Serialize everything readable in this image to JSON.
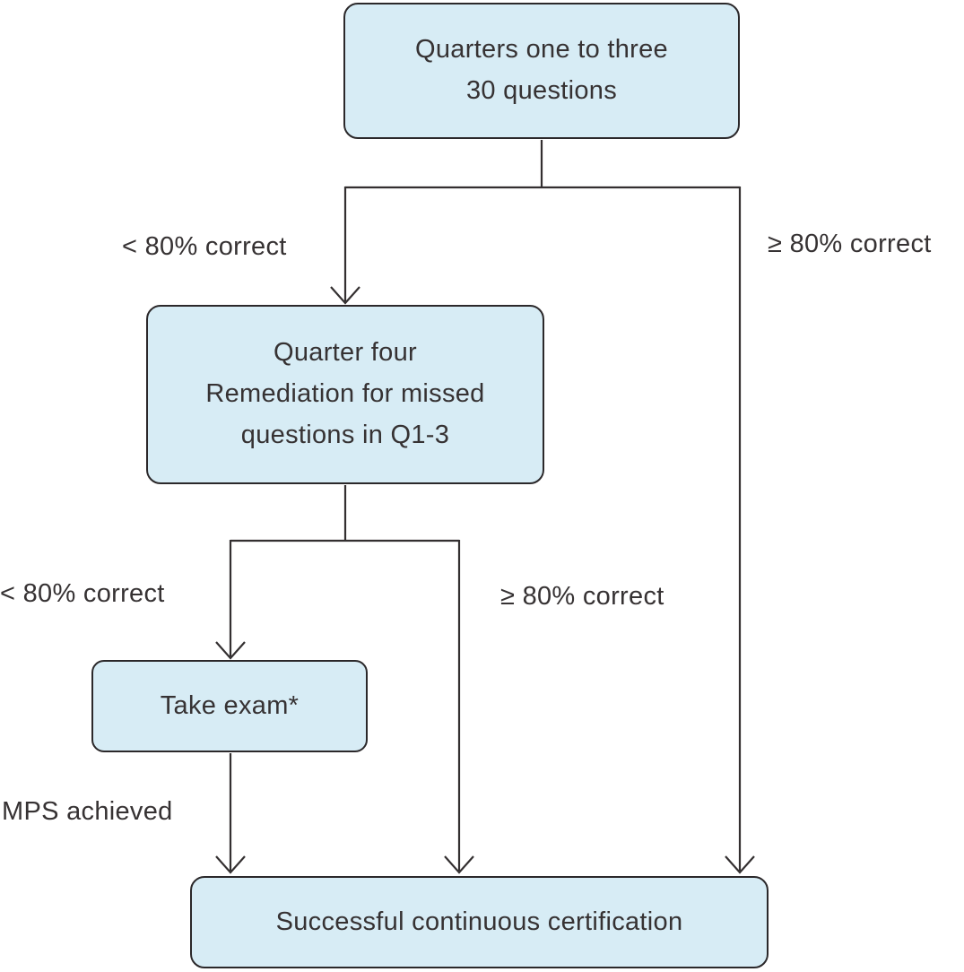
{
  "flowchart": {
    "nodes": {
      "quarters_one_to_three": {
        "line1": "Quarters one to three",
        "line2": "30 questions"
      },
      "quarter_four": {
        "line1": "Quarter four",
        "line2": "Remediation for missed",
        "line3": "questions in Q1-3"
      },
      "take_exam": {
        "label": "Take exam*"
      },
      "certification": {
        "label": "Successful continuous certification"
      }
    },
    "edge_labels": {
      "first_split_fail": "< 80% correct",
      "first_split_pass": "≥ 80% correct",
      "second_split_fail": "< 80% correct",
      "second_split_pass": "≥ 80% correct",
      "exam_pass": "MPS achieved"
    },
    "colors": {
      "node_fill": "#d7ecf5",
      "node_border": "#2b282a",
      "connector": "#332f30",
      "text": "#363233",
      "background": "#ffffff"
    }
  }
}
